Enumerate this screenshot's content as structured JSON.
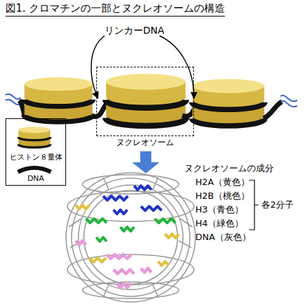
{
  "diagram": {
    "title": "図1. クロマチンの一部とヌクレオソームの構造",
    "nodes": [
      {
        "text": [
          "ヌクレオソーム"
        ]
      }
    ],
    "labels": [
      "リンカーDNA",
      "ヌクレオソームの成分",
      "H2A（黄色）",
      "H2B（桃色）",
      "H3（青色）",
      "H4（緑色）",
      "各2分子",
      "DNA（灰色）"
    ],
    "legend": [
      {
        "text": "ヒストン８量体"
      },
      {
        "text": "DNA"
      }
    ]
  }
}
